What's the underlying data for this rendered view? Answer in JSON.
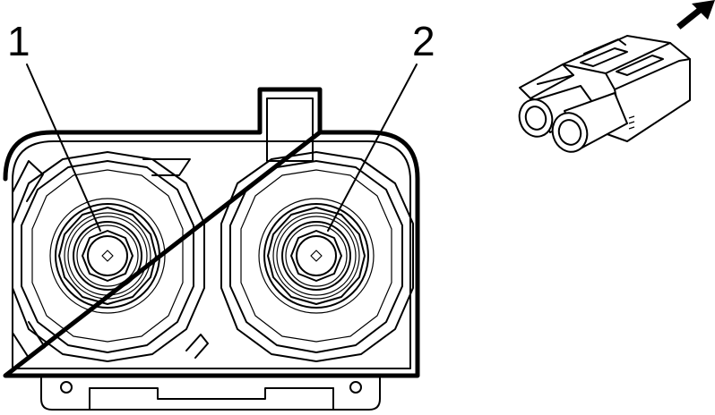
{
  "callouts": [
    {
      "id": 1,
      "label": "1"
    },
    {
      "id": 2,
      "label": "2"
    }
  ],
  "icons": {
    "direction_arrow": "arrow-up-right-icon",
    "connector_preview": "connector-isometric-icon"
  },
  "colors": {
    "line": "#000000",
    "background": "#ffffff"
  }
}
